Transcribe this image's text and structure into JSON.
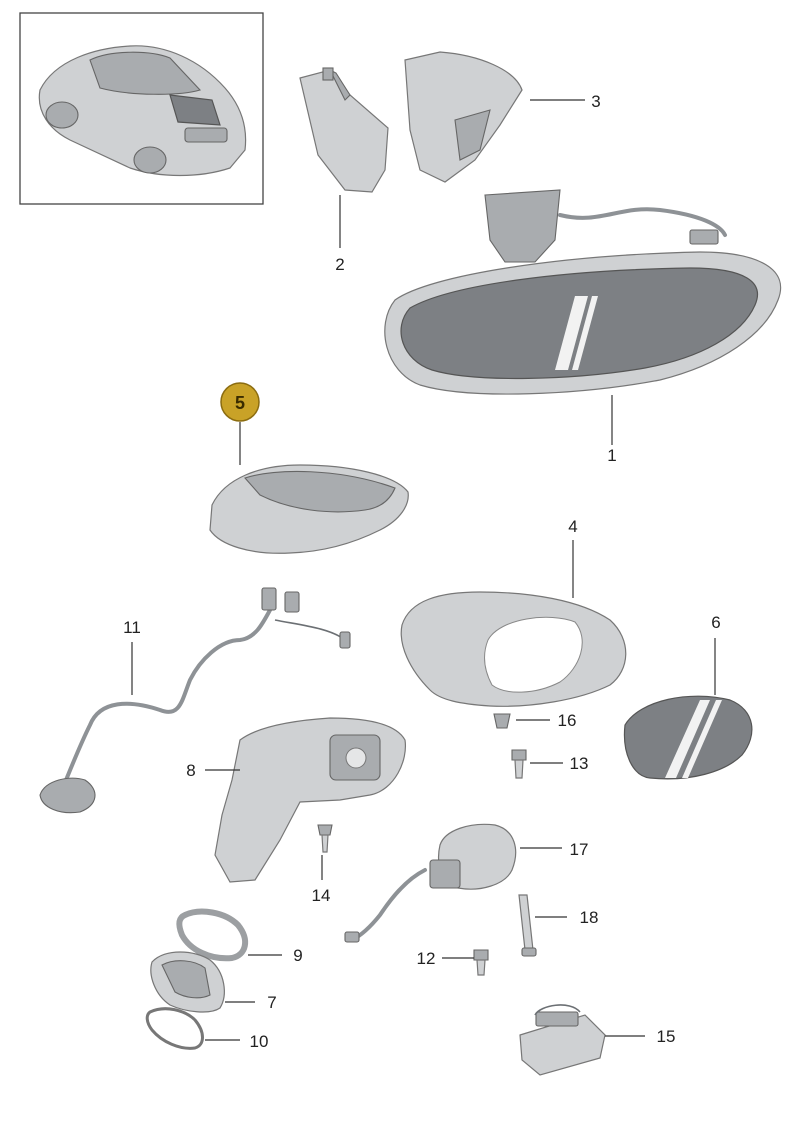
{
  "highlighted_part": "5",
  "labels": {
    "p1": "1",
    "p2": "2",
    "p3": "3",
    "p4": "4",
    "p5": "5",
    "p6": "6",
    "p7": "7",
    "p8": "8",
    "p9": "9",
    "p10": "10",
    "p11": "11",
    "p12": "12",
    "p13": "13",
    "p14": "14",
    "p15": "15",
    "p16": "16",
    "p17": "17",
    "p18": "18"
  },
  "colors": {
    "badge": "#c9a227",
    "part": "#cfd1d3",
    "glass": "#7d8084"
  }
}
